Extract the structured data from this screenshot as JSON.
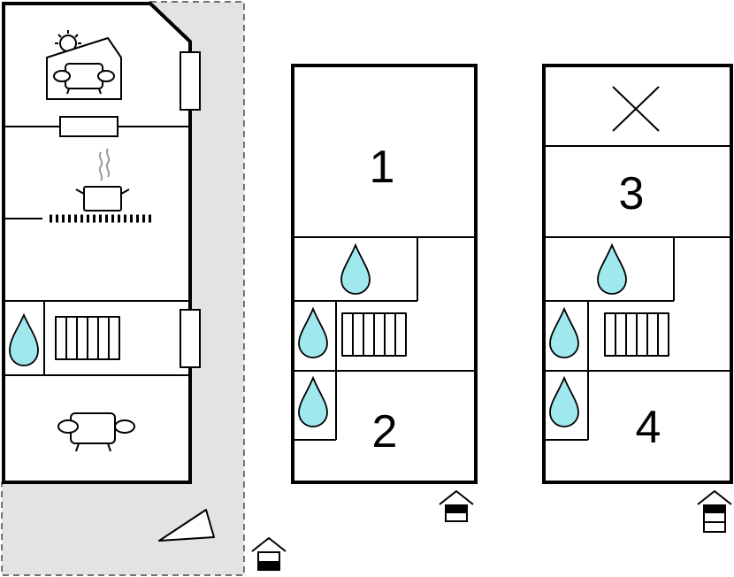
{
  "floors": [
    {
      "id": "ground",
      "rooms": []
    },
    {
      "id": "first",
      "rooms": [
        {
          "id": "bedroom-1",
          "number": "1"
        },
        {
          "id": "bedroom-2",
          "number": "2"
        }
      ]
    },
    {
      "id": "second",
      "rooms": [
        {
          "id": "bedroom-3",
          "number": "3"
        },
        {
          "id": "bedroom-4",
          "number": "4"
        }
      ]
    }
  ],
  "colors": {
    "terrace": "#e3e3e3",
    "water": "#9fe8ee",
    "wall": "#000000"
  },
  "icons": [
    "sun-icon",
    "sofa-icon",
    "cooking-pot-icon",
    "radiator-icon",
    "water-drop-icon",
    "void-cross-icon",
    "terrace-icon",
    "house-floor-icon"
  ]
}
